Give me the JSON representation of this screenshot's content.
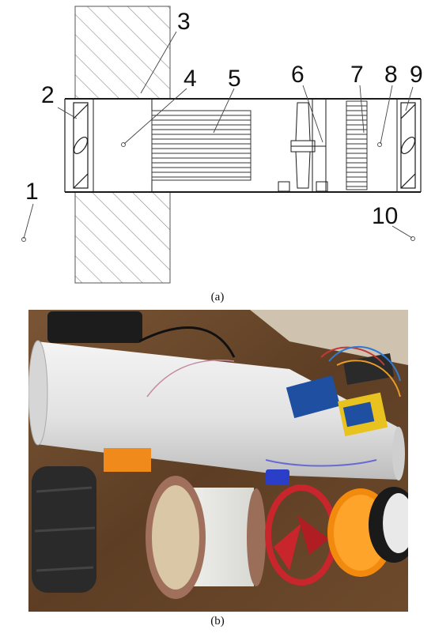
{
  "figure_a": {
    "caption": "(a)",
    "callouts": [
      "1",
      "2",
      "3",
      "4",
      "5",
      "6",
      "7",
      "8",
      "9",
      "10"
    ]
  },
  "figure_b": {
    "caption": "(b)"
  },
  "colors": {
    "line": "#1a1a1a",
    "hatch": "#8a8a8a",
    "wood": "#6b4a2e",
    "pipe": "#e6e6e6",
    "orange": "#f08a1a",
    "red": "#c8262c",
    "tape": "#2a2a2a"
  }
}
